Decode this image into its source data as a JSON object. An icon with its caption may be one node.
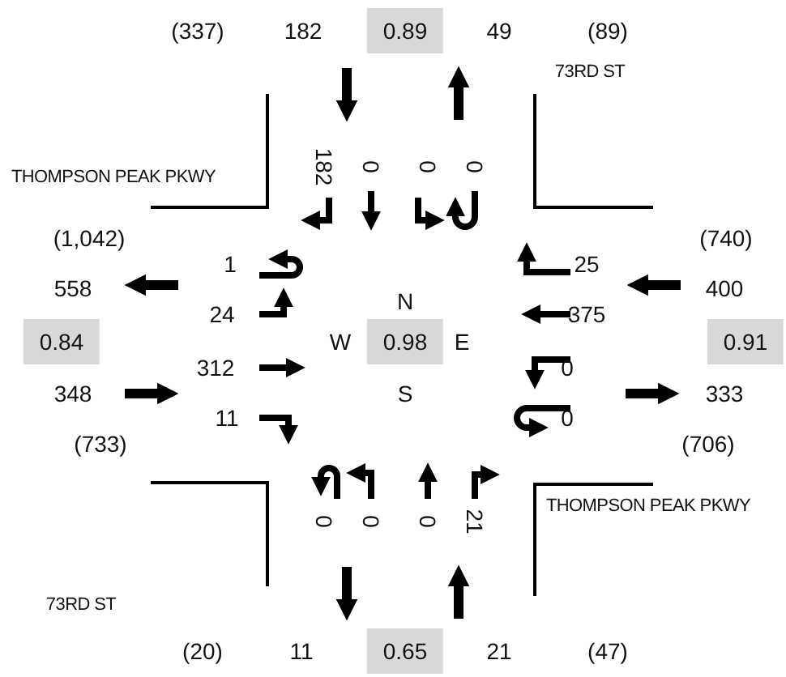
{
  "diagram": {
    "labels": [
      "(337)",
      "182",
      "0.89",
      "49",
      "(89)",
      "73RD ST",
      "182",
      "0",
      "0",
      "0",
      "THOMPSON PEAK PKWY",
      "(1,042)",
      "(740)",
      "1",
      "25",
      "558",
      "400",
      "24",
      "N",
      "375",
      "0.84",
      "W",
      "0.98",
      "E",
      "0.91",
      "312",
      "0",
      "348",
      "S",
      "333",
      "11",
      "0",
      "(733)",
      "(706)",
      "0",
      "0",
      "0",
      "21",
      "THOMPSON PEAK PKWY",
      "73RD ST",
      "(20)",
      "11",
      "0.65",
      "21",
      "(47)"
    ]
  }
}
